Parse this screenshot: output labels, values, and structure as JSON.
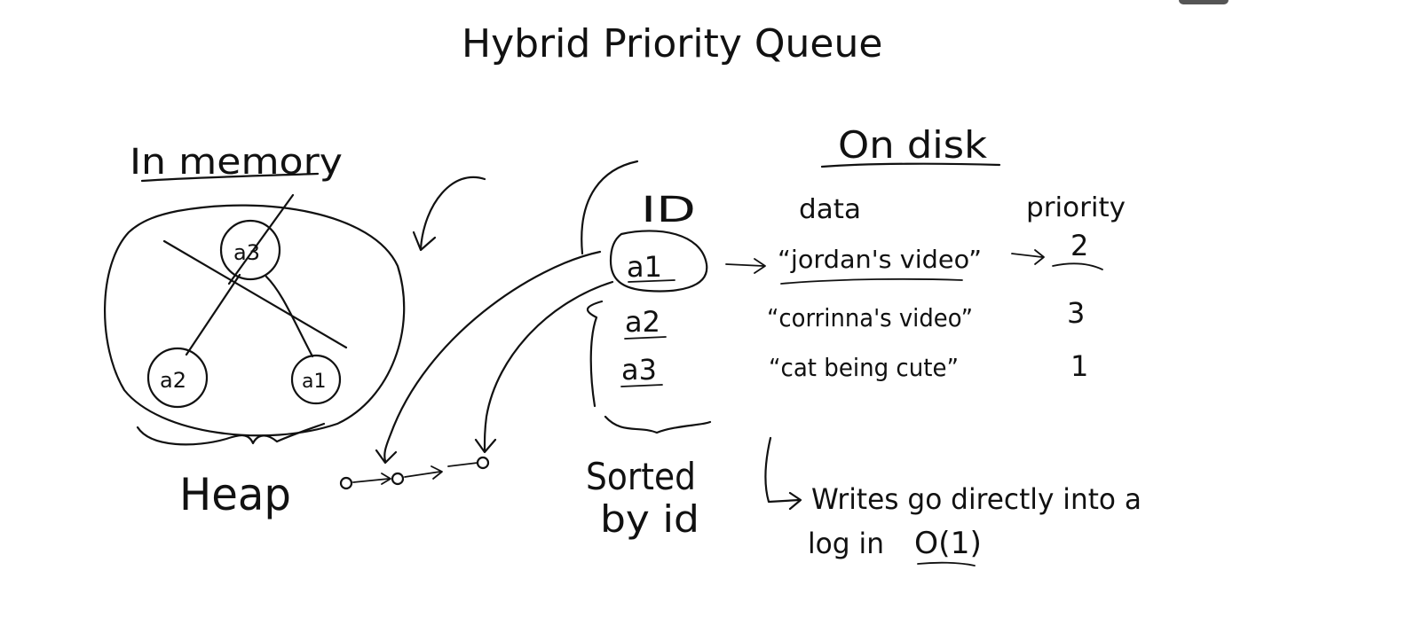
{
  "title": "Hybrid Priority Queue",
  "memory_label": "In memory",
  "heap_label": "Heap",
  "heap_nodes": [
    "a3",
    "a2",
    "a1"
  ],
  "disk_label": "On disk",
  "columns": {
    "id": "ID",
    "data": "data",
    "priority": "priority"
  },
  "rows": [
    {
      "id": "a1",
      "data": "“jordan's video”",
      "priority": "2"
    },
    {
      "id": "a2",
      "data": "“corrinna's video”",
      "priority": "3"
    },
    {
      "id": "a3",
      "data": "“cat being cute”",
      "priority": "1"
    }
  ],
  "sorted_label_line1": "Sorted",
  "sorted_label_line2": "by id",
  "note_line1": "Writes go directly into a",
  "note_line2_prefix": "log in",
  "note_line2_complexity": "O(1)",
  "colors": {
    "ink": "#111111",
    "background": "#ffffff"
  }
}
